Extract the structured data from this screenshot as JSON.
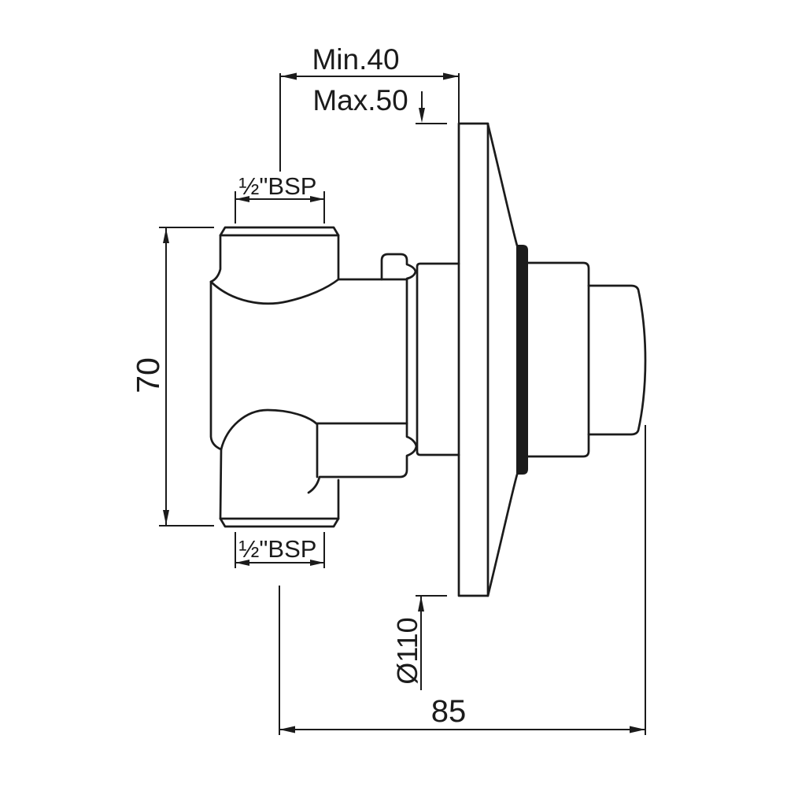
{
  "drawing": {
    "stroke_color": "#1b1b1b",
    "background_color": "#ffffff",
    "labels": {
      "min_depth": "Min.40",
      "max_depth": "Max.50",
      "top_thread": "½\"BSP",
      "bottom_thread": "½\"BSP",
      "body_height": "70",
      "flange_diameter": "Ø110",
      "overall_depth": "85"
    }
  }
}
